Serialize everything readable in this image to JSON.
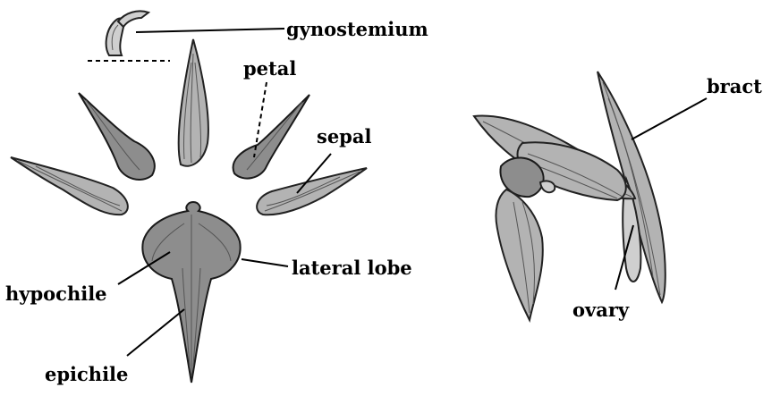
{
  "labels": {
    "gynostemium": "gynostemium",
    "petal": "petal",
    "sepal": "sepal",
    "hypochile": "hypochile",
    "lateral_lobe": "lateral lobe",
    "epichile": "epichile",
    "bract": "bract",
    "ovary": "ovary"
  }
}
